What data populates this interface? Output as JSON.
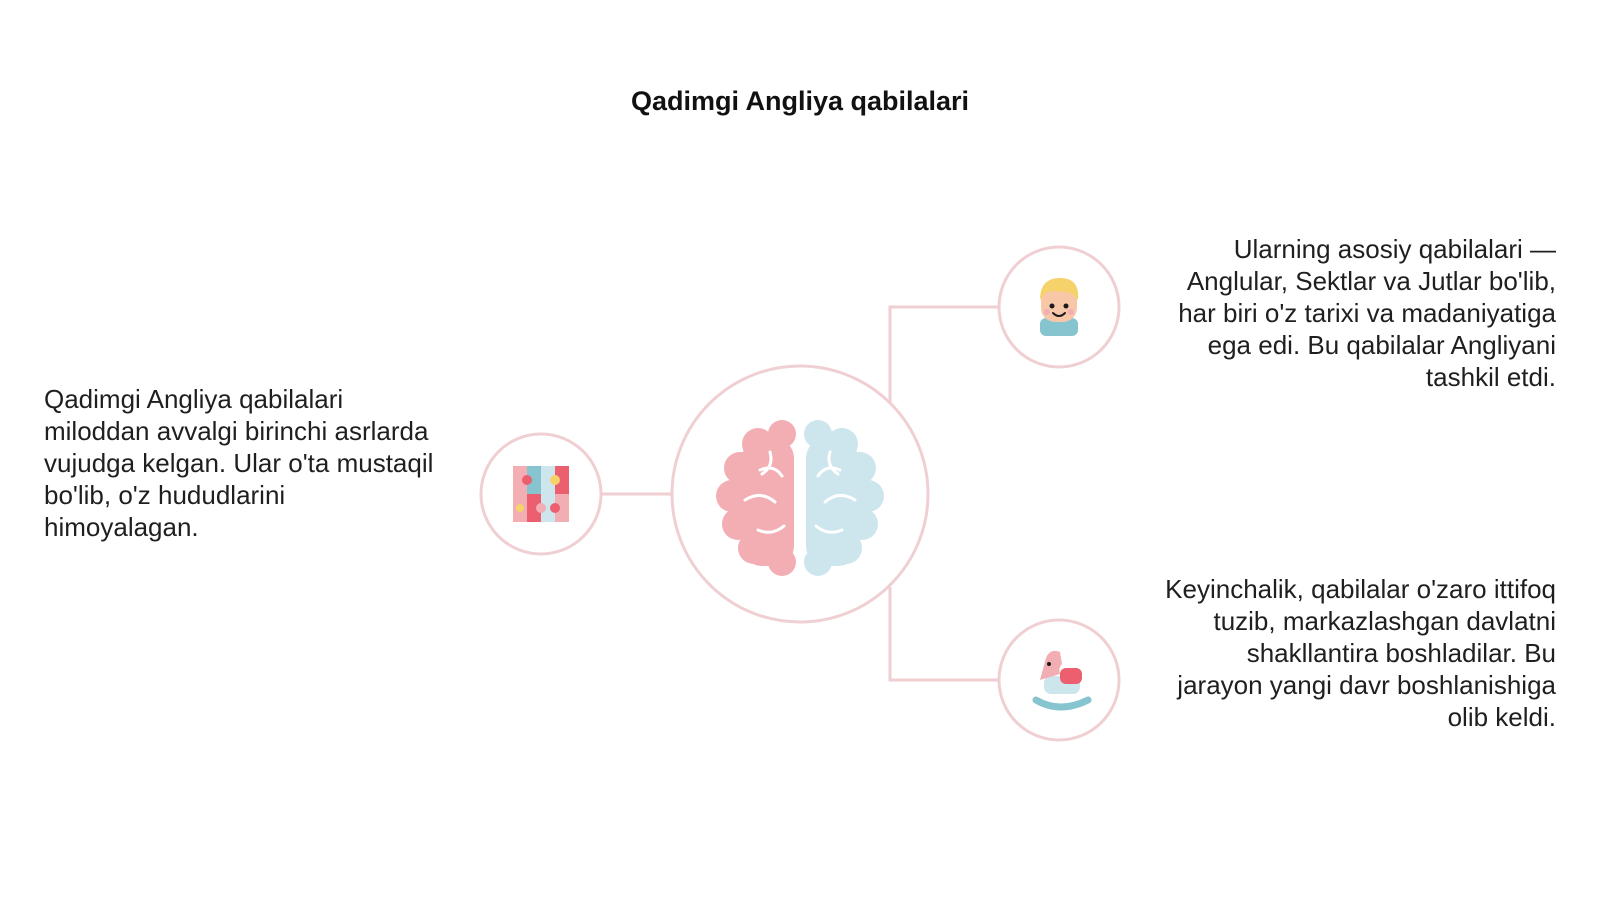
{
  "title": "Qadimgi Angliya qabilalari",
  "items": [
    {
      "position": "left",
      "icon": "puzzle-icon",
      "text": "Qadimgi Angliya qabilalari miloddan avvalgi birinchi asrlarda vujudga kelgan. Ular o'ta mustaqil bo'lib, o'z hududlarini himoyalagan."
    },
    {
      "position": "right-top",
      "icon": "child-face-icon",
      "text": "Ularning asosiy qabilalari — Anglular, Sektlar va Jutlar bo'lib, har biri o'z tarixi va madaniyatiga ega edi. Bu qabilalar Angliyani tashkil etdi."
    },
    {
      "position": "right-bottom",
      "icon": "rocking-horse-icon",
      "text": "Keyinchalik, qabilalar o'zaro ittifoq tuzib, markazlashgan davlatni shakllantira boshladilar. Bu jarayon yangi davr boshlanishiga olib keldi."
    }
  ],
  "center_icon": "brain-icon",
  "colors": {
    "line": "#f0cfd2",
    "pink": "#f2aeb3",
    "red": "#ec5f6e",
    "blue": "#cde6ee",
    "teal": "#86c5cf",
    "skin": "#f7c7a8",
    "hair": "#f5d36a"
  }
}
